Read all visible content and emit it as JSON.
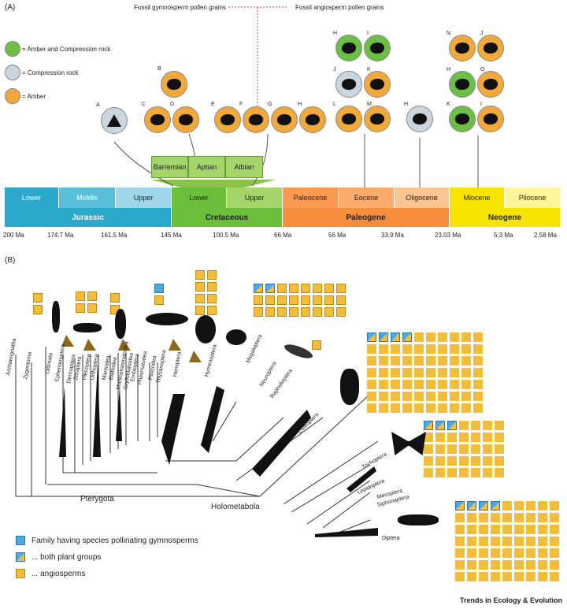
{
  "panel_a": {
    "label": "(A)",
    "pollen_gymno": "Fossil gymnosperm pollen grains",
    "pollen_angio": "Fossil angiosperm pollen grains",
    "legend": [
      {
        "label": "= Amber and Compression rock",
        "color": "#6bbf44"
      },
      {
        "label": "= Compression rock",
        "color": "#c9d6e0"
      },
      {
        "label": "= Amber",
        "color": "#f2a93b"
      }
    ],
    "stages": [
      "Barremian",
      "Aptian",
      "Albian"
    ],
    "epochs": [
      "Lower",
      "Middle",
      "Upper",
      "Lower",
      "Upper",
      "Paleocene",
      "Eocene",
      "Oligocene",
      "Miocene",
      "Pliocene"
    ],
    "periods": [
      "Jurassic",
      "Cretaceous",
      "Paleogene",
      "Neogene"
    ],
    "ticks": [
      "200 Ma",
      "174.7 Ma",
      "161.5 Ma",
      "145 Ma",
      "100.5 Ma",
      "66 Ma",
      "56 Ma",
      "33.9 Ma",
      "23.03 Ma",
      "5.3 Ma",
      "2.58 Ma"
    ],
    "circle_letters": [
      "A",
      "B",
      "C",
      "D",
      "E",
      "F",
      "G",
      "H",
      "H",
      "I",
      "J",
      "K",
      "L",
      "M",
      "H",
      "N",
      "J",
      "H",
      "O",
      "K",
      "I"
    ],
    "colors": {
      "jurassic_light": "#9fd6ea",
      "jurassic_mid": "#59bfd9",
      "jurassic": "#2aa7c9",
      "cretaceous_light": "#a4d46a",
      "cretaceous": "#6bbf3a",
      "paleogene_light": "#fbb67d",
      "paleogene": "#f58d3b",
      "neogene_light": "#fff59a",
      "neogene": "#f7e300"
    }
  },
  "panel_b": {
    "label": "(B)",
    "orders": [
      "Archaeognatha",
      "Zygentoma",
      "Odonata",
      "Ephemeroptera",
      "Dermaptera",
      "Zoraptera",
      "Plecoptera",
      "Orthoptera",
      "Mantodea",
      "Blattodea",
      "Mantophasmatodea",
      "Grylloblattodea",
      "Embioptera",
      "Phasmatodea",
      "Psocodea",
      "Thysanoptera",
      "Hemiptera",
      "Hymenoptera",
      "Megaloptera",
      "Neuroptera",
      "Raphidioptera",
      "Coleoptera",
      "Trichoptera",
      "Lepidoptera",
      "Mecoptera",
      "Siphonaptera",
      "Diptera"
    ],
    "clades": [
      "Pterygota",
      "Holometabola"
    ],
    "legend": [
      "Family having species pollinating gymnosperms",
      "... both plant groups",
      "... angiosperms"
    ],
    "credit": "Trends in Ecology & Evolution"
  }
}
